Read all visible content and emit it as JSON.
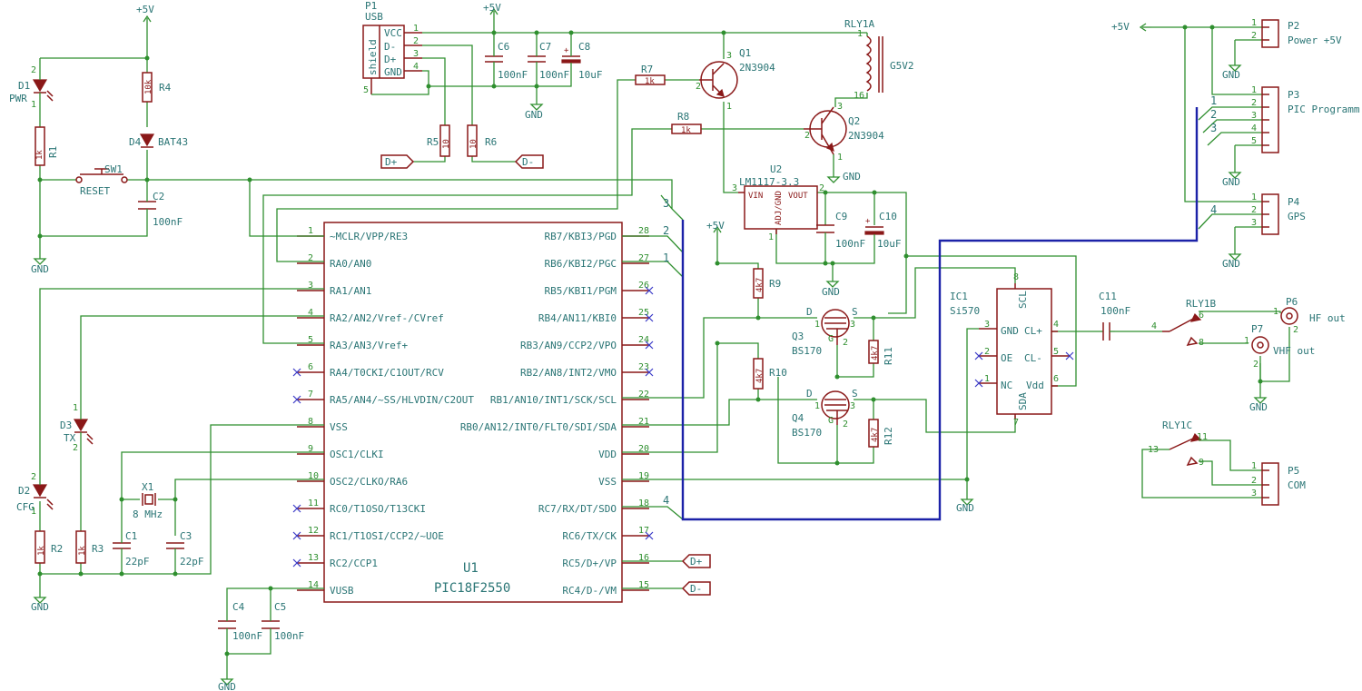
{
  "mcu": {
    "ref": "U1",
    "value": "PIC18F2550",
    "left_pins": [
      {
        "num": "1",
        "name": "~MCLR/VPP/RE3"
      },
      {
        "num": "2",
        "name": "RA0/AN0"
      },
      {
        "num": "3",
        "name": "RA1/AN1"
      },
      {
        "num": "4",
        "name": "RA2/AN2/Vref-/CVref"
      },
      {
        "num": "5",
        "name": "RA3/AN3/Vref+"
      },
      {
        "num": "6",
        "name": "RA4/T0CKI/C1OUT/RCV"
      },
      {
        "num": "7",
        "name": "RA5/AN4/~SS/HLVDIN/C2OUT"
      },
      {
        "num": "8",
        "name": "VSS"
      },
      {
        "num": "9",
        "name": "OSC1/CLKI"
      },
      {
        "num": "10",
        "name": "OSC2/CLKO/RA6"
      },
      {
        "num": "11",
        "name": "RC0/T1OSO/T13CKI"
      },
      {
        "num": "12",
        "name": "RC1/T1OSI/CCP2/~UOE"
      },
      {
        "num": "13",
        "name": "RC2/CCP1"
      },
      {
        "num": "14",
        "name": "VUSB"
      }
    ],
    "right_pins": [
      {
        "num": "28",
        "name": "RB7/KBI3/PGD"
      },
      {
        "num": "27",
        "name": "RB6/KBI2/PGC"
      },
      {
        "num": "26",
        "name": "RB5/KBI1/PGM"
      },
      {
        "num": "25",
        "name": "RB4/AN11/KBI0"
      },
      {
        "num": "24",
        "name": "RB3/AN9/CCP2/VPO"
      },
      {
        "num": "23",
        "name": "RB2/AN8/INT2/VMO"
      },
      {
        "num": "22",
        "name": "RB1/AN10/INT1/SCK/SCL"
      },
      {
        "num": "21",
        "name": "RB0/AN12/INT0/FLT0/SDI/SDA"
      },
      {
        "num": "20",
        "name": "VDD"
      },
      {
        "num": "19",
        "name": "VSS"
      },
      {
        "num": "18",
        "name": "RC7/RX/DT/SDO"
      },
      {
        "num": "17",
        "name": "RC6/TX/CK"
      },
      {
        "num": "16",
        "name": "RC5/D+/VP"
      },
      {
        "num": "15",
        "name": "RC4/D-/VM"
      }
    ]
  },
  "usb": {
    "ref": "P1",
    "value": "USB",
    "pins": [
      {
        "num": "1",
        "name": "VCC"
      },
      {
        "num": "2",
        "name": "D-"
      },
      {
        "num": "3",
        "name": "D+"
      },
      {
        "num": "4",
        "name": "GND"
      }
    ],
    "shield_label": "shield",
    "shield_pin": "5"
  },
  "regulator": {
    "ref": "U2",
    "value": "LM1117-3.3",
    "vin": "VIN",
    "gnd": "ADJ/GND",
    "vout": "VOUT",
    "pin_in": "3",
    "pin_out": "2",
    "pin_gnd": "1"
  },
  "synth": {
    "ref": "IC1",
    "value": "Si570",
    "pins": [
      {
        "num": "3",
        "name": "GND"
      },
      {
        "num": "2",
        "name": "OE"
      },
      {
        "num": "1",
        "name": "NC"
      },
      {
        "num": "4",
        "name": "CL+"
      },
      {
        "num": "5",
        "name": "CL-"
      },
      {
        "num": "6",
        "name": "Vdd"
      },
      {
        "num": "8",
        "name": "SCL"
      },
      {
        "num": "7",
        "name": "SDA"
      }
    ]
  },
  "transistors": [
    {
      "ref": "Q1",
      "value": "2N3904",
      "b": "2",
      "c": "3",
      "e": "1"
    },
    {
      "ref": "Q2",
      "value": "2N3904",
      "b": "2",
      "c": "3",
      "e": "1"
    },
    {
      "ref": "Q3",
      "value": "BS170",
      "d": "D",
      "s": "S",
      "g": "G",
      "n1": "1",
      "n2": "2",
      "n3": "3"
    },
    {
      "ref": "Q4",
      "value": "BS170",
      "d": "D",
      "s": "S",
      "g": "G",
      "n1": "1",
      "n2": "2",
      "n3": "3"
    }
  ],
  "resistors": [
    {
      "ref": "R1",
      "value": "1k"
    },
    {
      "ref": "R2",
      "value": "1k"
    },
    {
      "ref": "R3",
      "value": "1k"
    },
    {
      "ref": "R4",
      "value": "10k"
    },
    {
      "ref": "R5",
      "value": "10"
    },
    {
      "ref": "R6",
      "value": "10"
    },
    {
      "ref": "R7",
      "value": "1k"
    },
    {
      "ref": "R8",
      "value": "1k"
    },
    {
      "ref": "R9",
      "value": "4k7"
    },
    {
      "ref": "R10",
      "value": "4k7"
    },
    {
      "ref": "R11",
      "value": "4k7"
    },
    {
      "ref": "R12",
      "value": "4k7"
    }
  ],
  "capacitors": [
    {
      "ref": "C1",
      "value": "22pF"
    },
    {
      "ref": "C2",
      "value": "100nF"
    },
    {
      "ref": "C3",
      "value": "22pF"
    },
    {
      "ref": "C4",
      "value": "100nF"
    },
    {
      "ref": "C5",
      "value": "100nF"
    },
    {
      "ref": "C6",
      "value": "100nF"
    },
    {
      "ref": "C7",
      "value": "100nF"
    },
    {
      "ref": "C8",
      "value": "10uF"
    },
    {
      "ref": "C9",
      "value": "100nF"
    },
    {
      "ref": "C10",
      "value": "10uF"
    },
    {
      "ref": "C11",
      "value": "100nF"
    }
  ],
  "diodes": [
    {
      "ref": "D1",
      "value": "PWR"
    },
    {
      "ref": "D2",
      "value": "CFG"
    },
    {
      "ref": "D3",
      "value": "TX"
    },
    {
      "ref": "D4",
      "value": "BAT43"
    }
  ],
  "switch": {
    "ref": "SW1",
    "value": "RESET"
  },
  "crystal": {
    "ref": "X1",
    "value": "8 MHz"
  },
  "relay": {
    "ref_a": "RLY1A",
    "value": "G5V2",
    "ref_b": "RLY1B",
    "ref_c": "RLY1C",
    "coil_pin1": "1",
    "coil_pin2": "16",
    "b_com": "4",
    "b_no": "6",
    "b_nc": "8",
    "c_com": "13",
    "c_no": "11",
    "c_nc": "9"
  },
  "connectors": [
    {
      "ref": "P2",
      "value": "Power +5V",
      "pins": [
        "1",
        "2"
      ]
    },
    {
      "ref": "P3",
      "value": "PIC Programm",
      "pins": [
        "1",
        "2",
        "3",
        "4",
        "5"
      ]
    },
    {
      "ref": "P4",
      "value": "GPS",
      "pins": [
        "1",
        "2",
        "3"
      ]
    },
    {
      "ref": "P5",
      "value": "COM",
      "pins": [
        "1",
        "2",
        "3"
      ]
    },
    {
      "ref": "P6",
      "value": "HF out",
      "pins": [
        "1",
        "2"
      ]
    },
    {
      "ref": "P7",
      "value": "VHF out",
      "pins": [
        "1",
        "2"
      ]
    }
  ],
  "nets": {
    "vcc": "+5V",
    "gnd": "GND",
    "dplus": "D+",
    "dminus": "D-",
    "bus_1": "1",
    "bus_2": "2",
    "bus_3": "3",
    "bus_4": "4"
  }
}
